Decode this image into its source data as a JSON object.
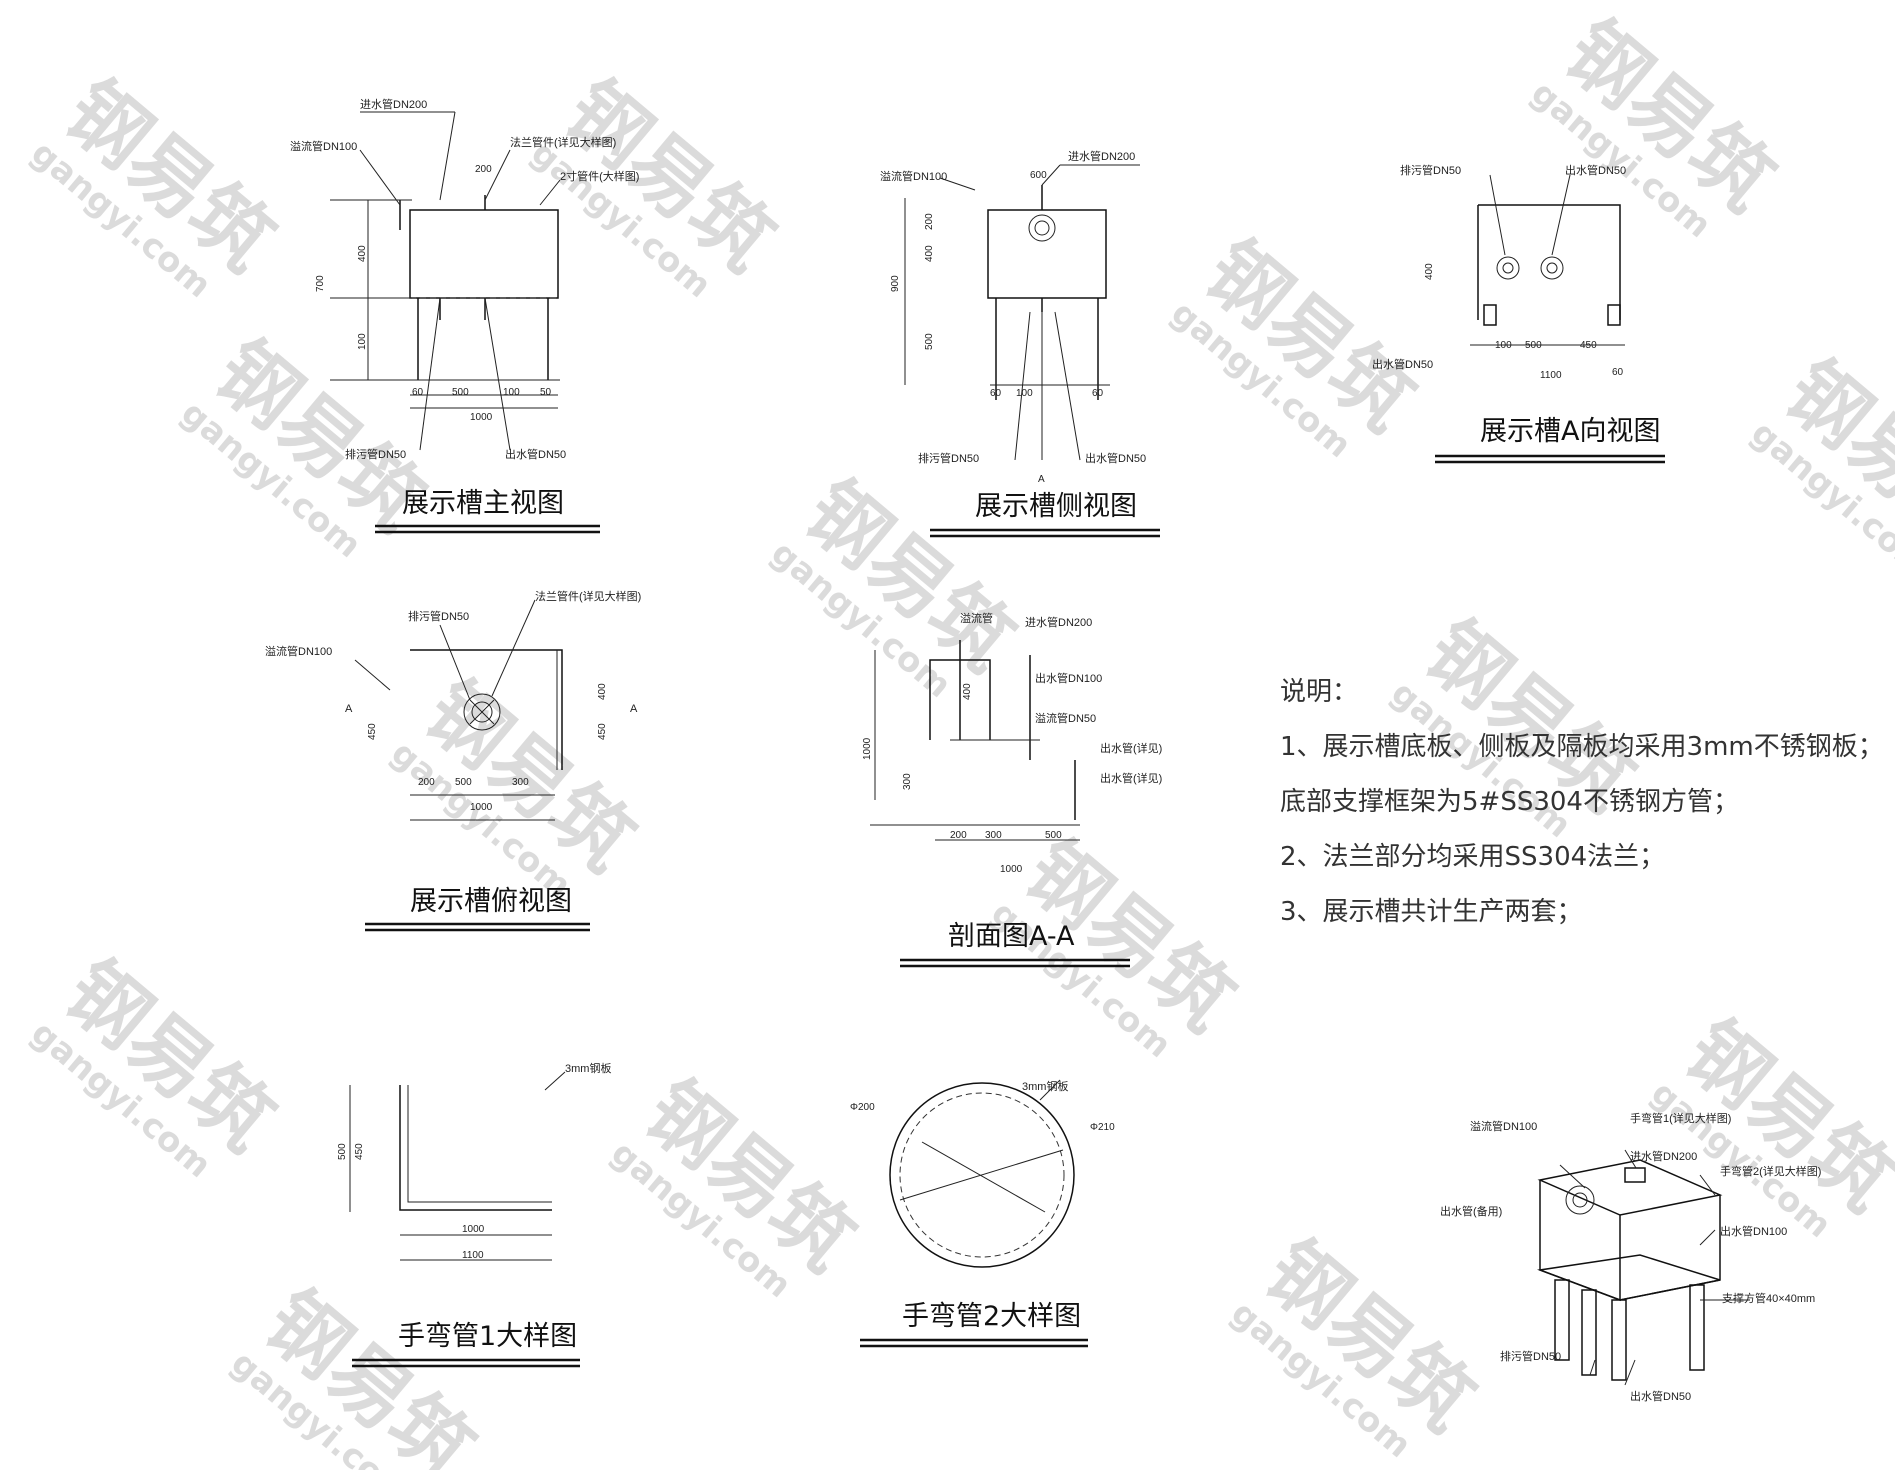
{
  "watermark": {
    "brand": "钢易筑",
    "site": "gangyi.com"
  },
  "views": {
    "front": {
      "title": "展示槽主视图",
      "labels": {
        "inlet": "进水管DN200",
        "drain": "溢流管DN100",
        "flange1": "法兰管件(详见大样图)",
        "pipe_top": "2寸管件(大样图)",
        "waste": "排污管DN50",
        "outlet": "出水管DN50"
      },
      "dims": {
        "d1": "200",
        "d2": "400",
        "d3": "700",
        "d4": "100",
        "d5": "500",
        "d6": "60",
        "d7": "50",
        "d8": "100",
        "d9": "1000"
      }
    },
    "side": {
      "title": "展示槽侧视图",
      "labels": {
        "drain": "溢流管DN100",
        "inlet": "进水管DN200",
        "waste": "排污管DN50",
        "outlet": "出水管DN50",
        "mark": "A"
      },
      "dims": {
        "d1": "200",
        "d2": "400",
        "d3": "900",
        "d4": "500",
        "d5": "100",
        "d6": "60",
        "d7": "600"
      }
    },
    "a_view": {
      "title": "展示槽A向视图",
      "labels": {
        "a": "排污管DN50",
        "b": "出水管DN50",
        "c": "出水管DN50"
      },
      "dims": {
        "d1": "100",
        "d2": "500",
        "d3": "450",
        "d4": "1100",
        "d5": "60",
        "d6": "400"
      }
    },
    "top": {
      "title": "展示槽俯视图",
      "labels": {
        "a": "溢流管DN100",
        "b": "排污管DN50",
        "c": "法兰管件(详见大样图)",
        "mark_left": "A",
        "mark_right": "A"
      },
      "dims": {
        "d1": "200",
        "d2": "500",
        "d3": "300",
        "d4": "1000",
        "d5": "450",
        "d6": "450",
        "d7": "400"
      }
    },
    "section": {
      "title": "剖面图A-A",
      "labels": {
        "a": "溢流管",
        "b": "进水管DN200",
        "c": "出水管DN100",
        "d": "溢流管DN50",
        "e": "出水管(详见)",
        "f": "出水管(详见)"
      },
      "dims": {
        "d1": "200",
        "d2": "300",
        "d3": "500",
        "d4": "1000",
        "d5": "400",
        "d6": "300",
        "d7": "1000"
      }
    },
    "detail1": {
      "title": "手弯管1大样图",
      "labels": {
        "a": "3mm钢板"
      },
      "dims": {
        "d1": "1000",
        "d2": "1100",
        "d3": "500",
        "d4": "450"
      }
    },
    "detail2": {
      "title": "手弯管2大样图",
      "labels": {
        "a": "3mm钢板"
      },
      "dims": {
        "d1": "Φ200",
        "d2": "Φ210"
      }
    },
    "iso": {
      "labels": {
        "a": "溢流管DN100",
        "b": "进水管DN200",
        "c": "手弯管1(详见大样图)",
        "d": "手弯管2(详见大样图)",
        "e": "出水管(备用)",
        "f": "出水管DN100",
        "g": "支撑方管40×40mm",
        "h": "排污管DN50",
        "i": "出水管DN50"
      }
    }
  },
  "notes": {
    "heading": "说明：",
    "line1": "1、展示槽底板、侧板及隔板均采用3mm不锈钢板；",
    "line2": "底部支撑框架为5#SS304不锈钢方管；",
    "line3": "2、法兰部分均采用SS304法兰；",
    "line4": "3、展示槽共计生产两套；"
  }
}
